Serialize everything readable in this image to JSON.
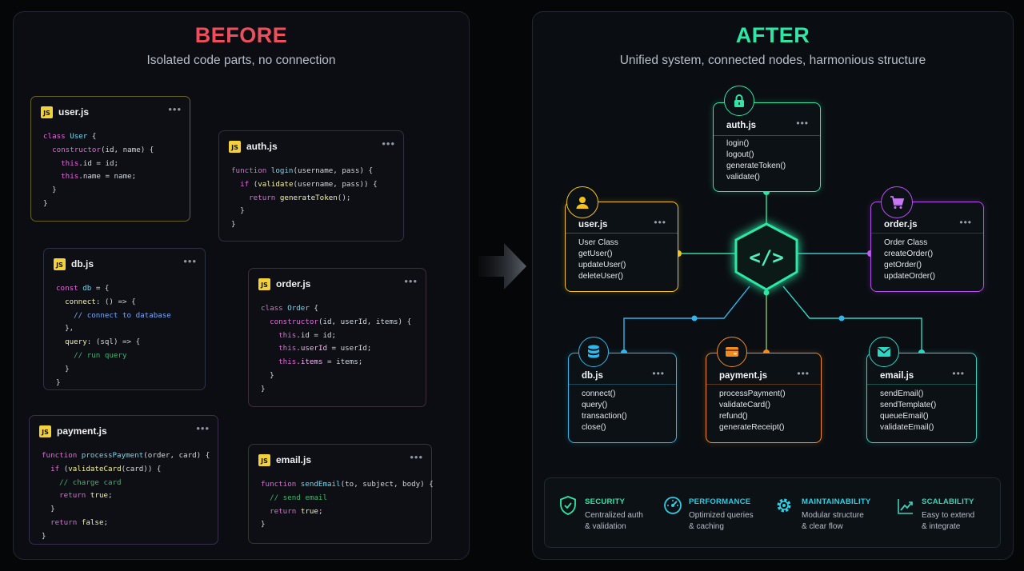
{
  "before": {
    "title": "BEFORE",
    "subtitle": "Isolated code parts, no connection",
    "cards": [
      {
        "file": "user.js",
        "lines": [
          "[{\"t\":\"class \",\"c\":\"kw\"},{\"t\":\"User\",\"c\":\"fn\"},{\"t\":\" {\"}]",
          "[{\"t\":\"  \"},{\"t\":\"constructor\",\"c\":\"kw\"},{\"t\":\"(id, name) {\"}]",
          "[{\"t\":\"    \"},{\"t\":\"this\",\"c\":\"kw\"},{\"t\":\".id = id;\"}]",
          "[{\"t\":\"    \"},{\"t\":\"this\",\"c\":\"kw\"},{\"t\":\".name = name;\"}]",
          "[{\"t\":\"  }\"}]",
          "[{\"t\":\"}\"}]"
        ]
      },
      {
        "file": "auth.js",
        "lines": [
          "[{\"t\":\"function \",\"c\":\"kw\"},{\"t\":\"login\",\"c\":\"fn\"},{\"t\":\"(username, pass) {\"}]",
          "[{\"t\":\"  \"},{\"t\":\"if\",\"c\":\"kw\"},{\"t\":\" (\"},{\"t\":\"validate\",\"c\":\"pr\"},{\"t\":\"(username, pass)) {\"}]",
          "[{\"t\":\"    \"},{\"t\":\"return \",\"c\":\"kw\"},{\"t\":\"generateToken\",\"c\":\"pr\"},{\"t\":\"();\"}]",
          "[{\"t\":\"  }\"}]",
          "[{\"t\":\"}\"}]"
        ]
      },
      {
        "file": "db.js",
        "lines": [
          "[{\"t\":\"const \",\"c\":\"kw\"},{\"t\":\"db\",\"c\":\"fn\"},{\"t\":\" = {\"}]",
          "[{\"t\":\"  \"},{\"t\":\"connect\",\"c\":\"pr\"},{\"t\":\": () => {\"}]",
          "[{\"t\":\"    \"},{\"t\":\"// connect to database\",\"c\":\"bl\"}]",
          "[{\"t\":\"  },\"}]",
          "[{\"t\":\"  \"},{\"t\":\"query\",\"c\":\"pr\"},{\"t\":\": (sql) => {\"}]",
          "[{\"t\":\"    \"},{\"t\":\"// run query\",\"c\":\"cm\"}]",
          "[{\"t\":\"  }\"}]",
          "[{\"t\":\"}\"}]"
        ]
      },
      {
        "file": "order.js",
        "lines": [
          "[{\"t\":\"class \",\"c\":\"kw\"},{\"t\":\"Order\",\"c\":\"fn\"},{\"t\":\" {\"}]",
          "[{\"t\":\"  \"},{\"t\":\"constructor\",\"c\":\"kw\"},{\"t\":\"(id, userId, items) {\"}]",
          "[{\"t\":\"    \"},{\"t\":\"this\",\"c\":\"kw\"},{\"t\":\".id = id;\"}]",
          "[{\"t\":\"    \"},{\"t\":\"this\",\"c\":\"kw\"},{\"t\":\".userId\",\"c\":\"ids\"},{\"t\":\" = userId;\"}]",
          "[{\"t\":\"    \"},{\"t\":\"this\",\"c\":\"kw\"},{\"t\":\".items\",\"c\":\"ids\"},{\"t\":\" = items;\"}]",
          "[{\"t\":\"  }\"}]",
          "[{\"t\":\"}\"}]"
        ]
      },
      {
        "file": "payment.js",
        "lines": [
          "[{\"t\":\"function \",\"c\":\"kw\"},{\"t\":\"processPayment\",\"c\":\"fn\"},{\"t\":\"(order, card) {\"}]",
          "[{\"t\":\"  \"},{\"t\":\"if\",\"c\":\"kw\"},{\"t\":\" (\"},{\"t\":\"validateCard\",\"c\":\"pr\"},{\"t\":\"(card)) {\"}]",
          "[{\"t\":\"    \"},{\"t\":\"// charge card\",\"c\":\"cm\"}]",
          "[{\"t\":\"    \"},{\"t\":\"return \",\"c\":\"kw\"},{\"t\":\"true\",\"c\":\"pr\"},{\"t\":\";\"}]",
          "[{\"t\":\"  }\"}]",
          "[{\"t\":\"  \"},{\"t\":\"return \",\"c\":\"kw\"},{\"t\":\"false\",\"c\":\"pr\"},{\"t\":\";\"}]",
          "[{\"t\":\"}\"}]"
        ]
      },
      {
        "file": "email.js",
        "lines": [
          "[{\"t\":\"function \",\"c\":\"kw\"},{\"t\":\"sendEmail\",\"c\":\"fn\"},{\"t\":\"(to, subject, body) {\"}]",
          "[{\"t\":\"  \"},{\"t\":\"// send email\",\"c\":\"cm\"}]",
          "[{\"t\":\"  \"},{\"t\":\"return \",\"c\":\"kw\"},{\"t\":\"true\",\"c\":\"pr\"},{\"t\":\";\"}]",
          "[{\"t\":\"}\"}]"
        ]
      }
    ]
  },
  "after": {
    "title": "AFTER",
    "subtitle": "Unified system, connected nodes, harmonious structure",
    "hub_label": "</>",
    "nodes": [
      {
        "file": "auth.js",
        "items": [
          "login()",
          "logout()",
          "generateToken()",
          "validate()"
        ],
        "color": "#2ee6a5",
        "icon": "lock-icon"
      },
      {
        "file": "user.js",
        "items": [
          "User Class",
          "getUser()",
          "updateUser()",
          "deleteUser()"
        ],
        "color": "#f4c21b",
        "icon": "user-icon"
      },
      {
        "file": "order.js",
        "items": [
          "Order Class",
          "createOrder()",
          "getOrder()",
          "updateOrder()"
        ],
        "color": "#b84cf0",
        "icon": "cart-icon"
      },
      {
        "file": "db.js",
        "items": [
          "connect()",
          "query()",
          "transaction()",
          "close()"
        ],
        "color": "#2fb6ea",
        "icon": "database-icon"
      },
      {
        "file": "payment.js",
        "items": [
          "processPayment()",
          "validateCard()",
          "refund()",
          "generateReceipt()"
        ],
        "color": "#f58a1f",
        "icon": "wallet-icon"
      },
      {
        "file": "email.js",
        "items": [
          "sendEmail()",
          "sendTemplate()",
          "queueEmail()",
          "validateEmail()"
        ],
        "color": "#2ed6c4",
        "icon": "envelope-icon"
      }
    ]
  },
  "features": [
    {
      "title": "SECURITY",
      "desc1": "Centralized auth",
      "desc2": "& validation",
      "color": "#2ee6a5",
      "icon": "shield-icon"
    },
    {
      "title": "PERFORMANCE",
      "desc1": "Optimized queries",
      "desc2": "& caching",
      "color": "#2fc9e0",
      "icon": "gauge-icon"
    },
    {
      "title": "MAINTAINABILITY",
      "desc1": "Modular structure",
      "desc2": "& clear flow",
      "color": "#2fd0e6",
      "icon": "gear-icon"
    },
    {
      "title": "SCALABILITY",
      "desc1": "Easy to extend",
      "desc2": "& integrate",
      "color": "#3fd1b8",
      "icon": "growth-chart-icon"
    }
  ]
}
